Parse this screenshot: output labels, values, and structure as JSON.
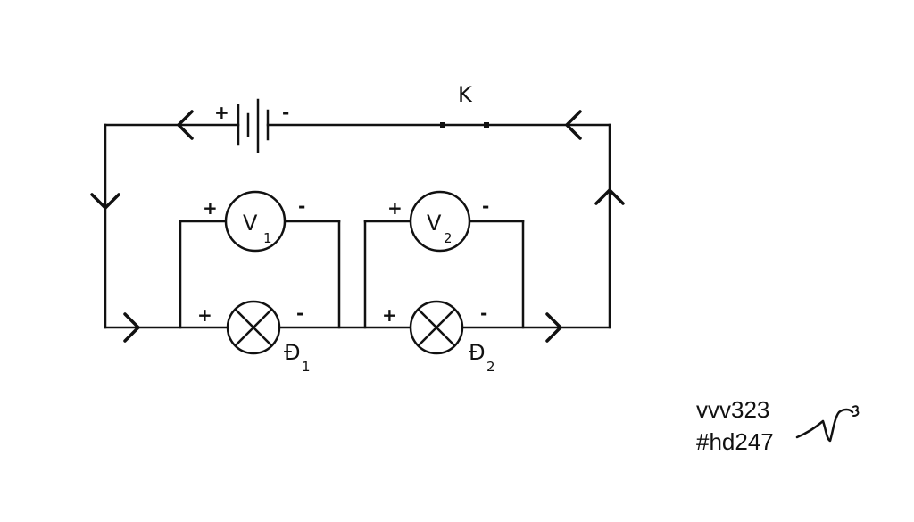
{
  "diagram": {
    "battery": {
      "plus": "+",
      "minus": "-"
    },
    "switch": {
      "label": "K"
    },
    "voltmeter1": {
      "letter": "V",
      "sub": "1",
      "plus": "+",
      "minus": "-"
    },
    "voltmeter2": {
      "letter": "V",
      "sub": "2",
      "plus": "+",
      "minus": "-"
    },
    "lamp1": {
      "letter": "Đ",
      "sub": "1",
      "plus": "+",
      "minus": "-"
    },
    "lamp2": {
      "letter": "Đ",
      "sub": "2",
      "plus": "+",
      "minus": "-"
    }
  },
  "watermark": {
    "line1": "vvv323",
    "line2": "#hd247"
  }
}
